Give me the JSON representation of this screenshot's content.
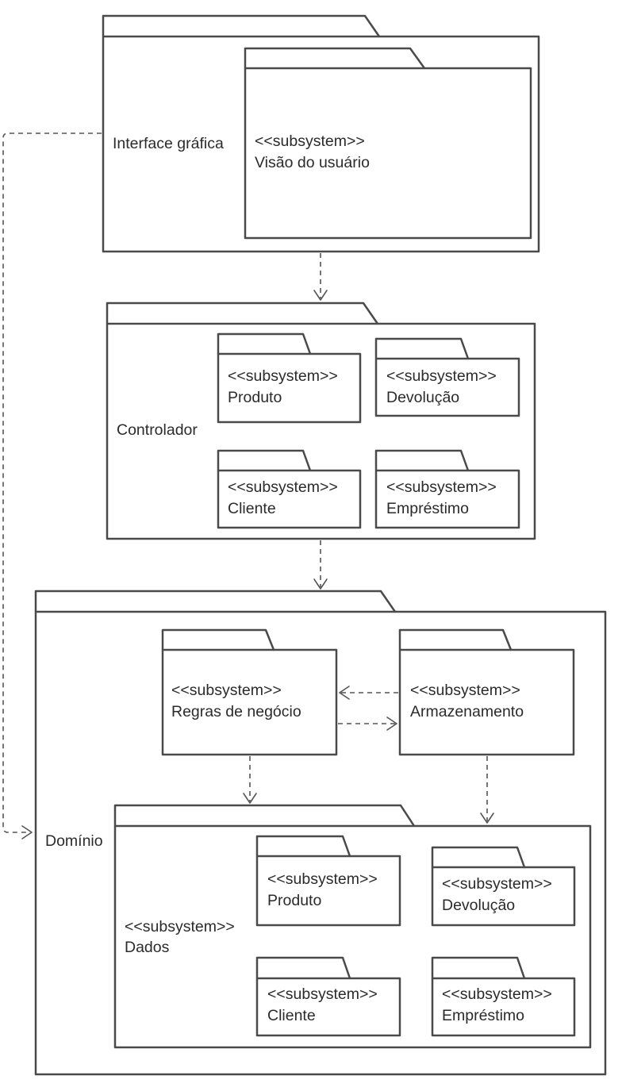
{
  "stereotype": "<<subsystem>>",
  "packages": {
    "interface_grafica": {
      "name": "Interface gráfica"
    },
    "visao_usuario": {
      "name": "Visão do usuário"
    },
    "controlador": {
      "name": "Controlador",
      "produto": "Produto",
      "devolucao": "Devolução",
      "cliente": "Cliente",
      "emprestimo": "Empréstimo"
    },
    "dominio": {
      "name": "Domínio"
    },
    "regras": {
      "name": "Regras de negócio"
    },
    "armazenamento": {
      "name": "Armazenamento"
    },
    "dados": {
      "name": "Dados",
      "produto": "Produto",
      "devolucao": "Devolução",
      "cliente": "Cliente",
      "emprestimo": "Empréstimo"
    }
  },
  "colors": {
    "line": "#4a4a4a",
    "text": "#2b2b2b",
    "background": "#ffffff"
  }
}
